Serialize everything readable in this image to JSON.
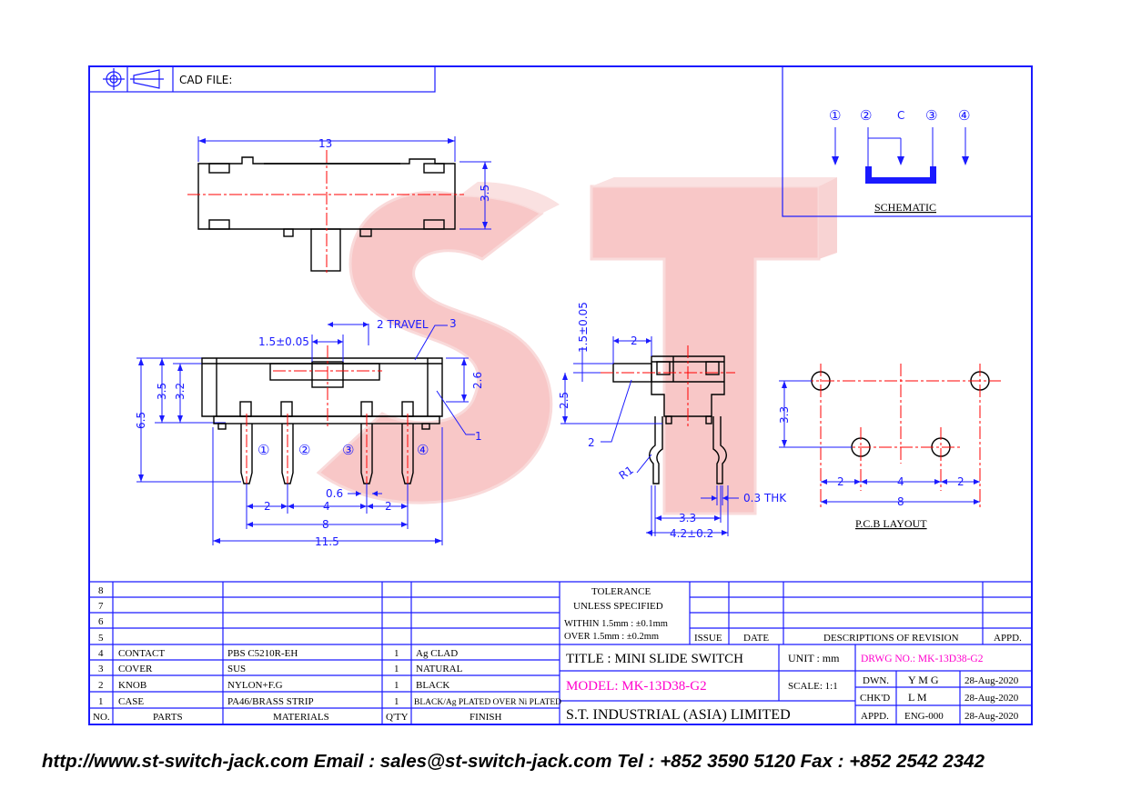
{
  "header": {
    "cad_file_label": "CAD FILE:"
  },
  "watermark": {
    "letters": "ST"
  },
  "schematic": {
    "pins": [
      "①",
      "②",
      "C",
      "③",
      "④"
    ],
    "label": "SCHEMATIC"
  },
  "dimensions": {
    "top_length": "13",
    "top_height": "3.5",
    "travel": "2 TRAVEL",
    "knob_width": "1.5±0.05",
    "callout_3": "3",
    "height_3_5": "3.5",
    "height_3_2": "3.2",
    "height_2_6": "2.6",
    "height_6_5": "6.5",
    "callout_1": "1",
    "pin_pitch_left": "2",
    "pin_pitch_mid": "4",
    "pin_pitch_right": "2",
    "pin_width": "0.6",
    "pin_span": "8",
    "overall": "11.5",
    "side_knob": "1.5±0.05",
    "side_top": "2",
    "side_2_5": "2.5",
    "callout_2": "2",
    "radius": "R1",
    "thickness": "0.3 THK",
    "side_3_3": "3.3",
    "side_total": "4.2±0.2",
    "pcb_height": "3.3",
    "pcb_left": "2",
    "pcb_mid": "4",
    "pcb_right": "2",
    "pcb_span": "8",
    "pcb_label": "P.C.B LAYOUT"
  },
  "pin_markers": [
    "①",
    "②",
    "③",
    "④"
  ],
  "tolerance": {
    "title": "TOLERANCE",
    "subtitle": "UNLESS   SPECIFIED",
    "within": "WITHIN  1.5mm : ±0.1mm",
    "over": "OVER    1.5mm : ±0.2mm"
  },
  "revision_headers": {
    "issue": "ISSUE",
    "date": "DATE",
    "descriptions": "DESCRIPTIONS  OF  REVISION",
    "appd": "APPD."
  },
  "bom": {
    "rows": [
      {
        "no": "8",
        "part": "",
        "material": "",
        "qty": "",
        "finish": ""
      },
      {
        "no": "7",
        "part": "",
        "material": "",
        "qty": "",
        "finish": ""
      },
      {
        "no": "6",
        "part": "",
        "material": "",
        "qty": "",
        "finish": ""
      },
      {
        "no": "5",
        "part": "",
        "material": "",
        "qty": "",
        "finish": ""
      },
      {
        "no": "4",
        "part": "CONTACT",
        "material": "PBS  C5210R-EH",
        "qty": "1",
        "finish": "Ag  CLAD"
      },
      {
        "no": "3",
        "part": "COVER",
        "material": "SUS",
        "qty": "1",
        "finish": "NATURAL"
      },
      {
        "no": "2",
        "part": "KNOB",
        "material": "NYLON+F.G",
        "qty": "1",
        "finish": "BLACK"
      },
      {
        "no": "1",
        "part": "CASE",
        "material": "PA46/BRASS  STRIP",
        "qty": "1",
        "finish": "BLACK/Ag  PLATED  OVER  Ni  PLATED"
      }
    ],
    "headers": {
      "no": "NO.",
      "parts": "PARTS",
      "materials": "MATERIALS",
      "qty": "Q'TY",
      "finish": "FINISH"
    }
  },
  "title_block": {
    "title": "TITLE : MINI SLIDE SWITCH",
    "unit": "UNIT :  mm",
    "drwg_no": "DRWG NO.: MK-13D38-G2",
    "model": "MODEL: MK-13D38-G2",
    "scale": "SCALE:   1:1",
    "dwn_label": "DWN.",
    "dwn": "Y M G",
    "dwn_date": "28-Aug-2020",
    "chkd_label": "CHK'D",
    "chkd": "L M",
    "chkd_date": "28-Aug-2020",
    "company": "S.T.  INDUSTRIAL  (ASIA)  LIMITED",
    "appd_label": "APPD.",
    "appd": "ENG-000",
    "appd_date": "28-Aug-2020"
  },
  "footer": {
    "text": "http://www.st-switch-jack.com  Email : sales@st-switch-jack.com  Tel : +852 3590 5120  Fax : +852 2542 2342"
  }
}
